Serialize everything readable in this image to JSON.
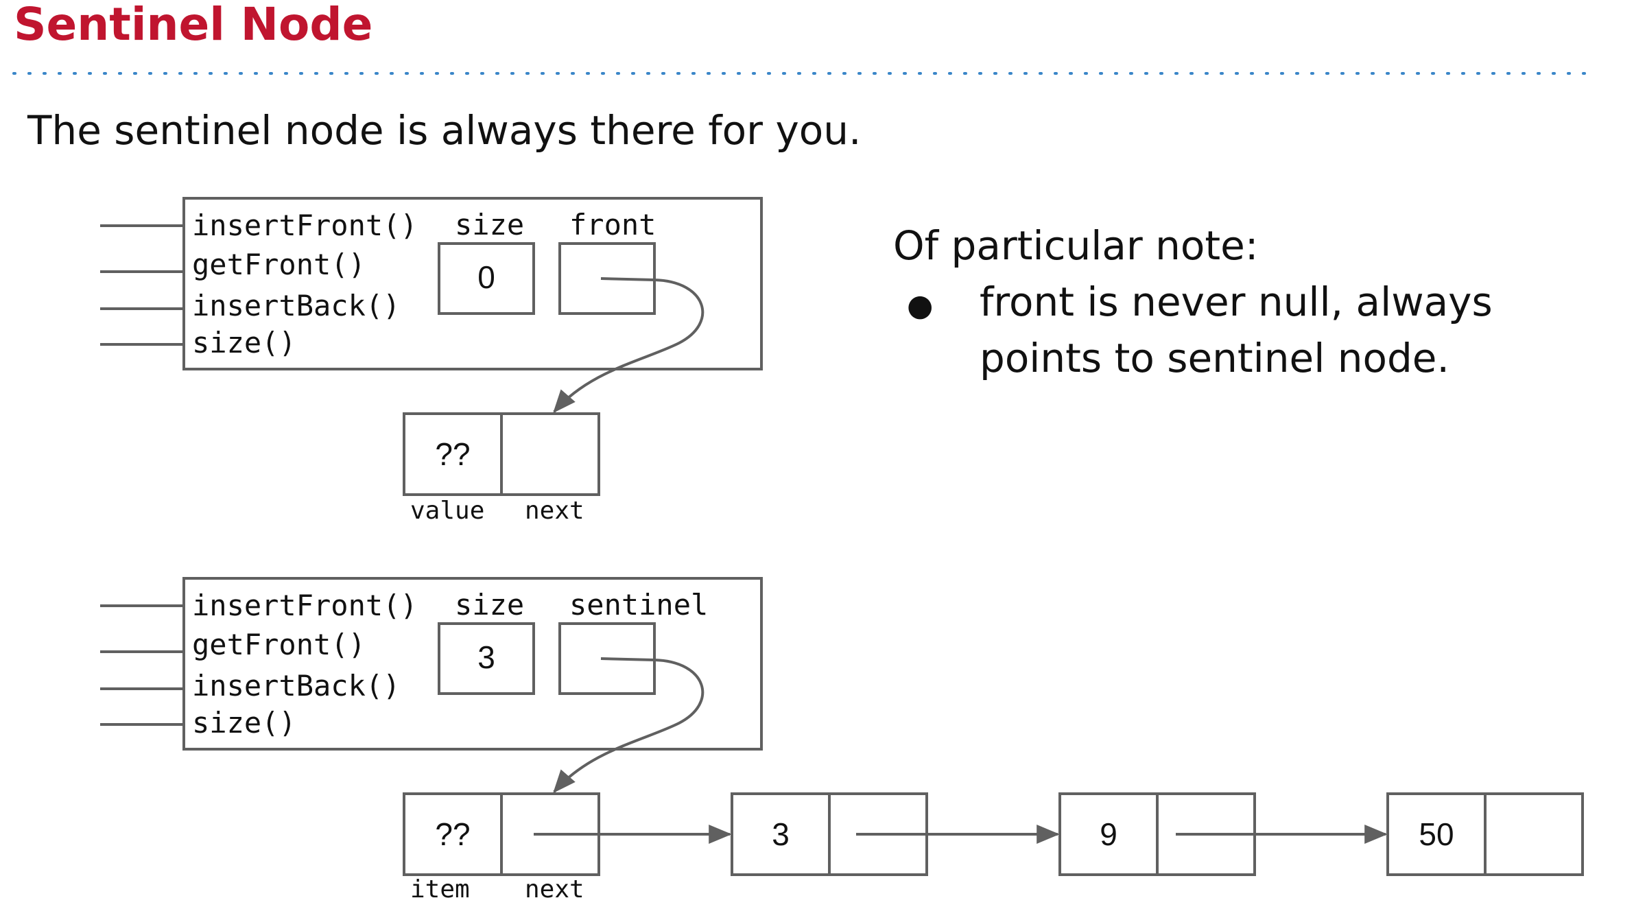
{
  "slide": {
    "title": "Sentinel Node",
    "subtitle": "The sentinel node is always there for you.",
    "note_heading": "Of particular note:",
    "bullet_lines": [
      "front is never null, always",
      "points to sentinel node."
    ],
    "bullet_symbol": "●"
  },
  "colors": {
    "title": "#c0152f",
    "divider": "#3a86c8",
    "box_stroke": "#606060",
    "text": "#111111"
  },
  "diagram_top": {
    "methods": [
      "insertFront()",
      "getFront()",
      "insertBack()",
      "size()"
    ],
    "size_label": "size",
    "size_value": "0",
    "pointer_label": "front",
    "node": {
      "value": "??",
      "value_label": "value",
      "next_label": "next"
    }
  },
  "diagram_bottom": {
    "methods": [
      "insertFront()",
      "getFront()",
      "insertBack()",
      "size()"
    ],
    "size_label": "size",
    "size_value": "3",
    "pointer_label": "sentinel",
    "sentinel_node": {
      "value": "??",
      "value_label": "item",
      "next_label": "next"
    },
    "list_nodes": [
      "3",
      "9",
      "50"
    ]
  }
}
